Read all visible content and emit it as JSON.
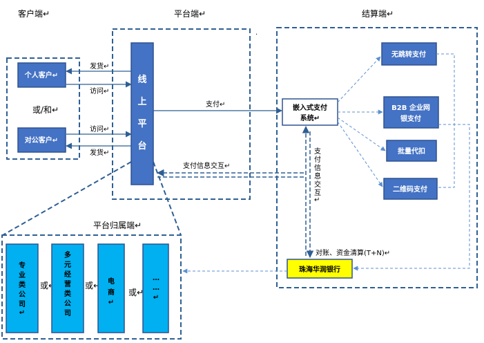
{
  "headers": {
    "client": "客户端↵",
    "platform": "平台端↵",
    "settlement": "结算端↵",
    "platform_owner": "平台归属端↵"
  },
  "client": {
    "personal": "个人客户↵",
    "corporate": "对公客户↵",
    "or_and": "或/和↵"
  },
  "platform": {
    "online_chars": [
      "线",
      "上",
      "平",
      "台"
    ]
  },
  "arrows": {
    "ship_top": "发货↵",
    "visit_top": "访问↵",
    "visit_bottom": "访问↵",
    "ship_bottom": "发货↵",
    "pay": "支付↵",
    "pay_info_exchange": "支付信息交互↵",
    "pay_info_exchange_vertical": [
      "支",
      "付",
      "信",
      "息",
      "交",
      "互",
      "↵"
    ],
    "reconcile": "对账、资金清算(T+N)↵"
  },
  "settlement": {
    "embedded_line1": "嵌入式支付",
    "embedded_line2": "系统↵",
    "no_redirect": "无跳转支付",
    "b2b_line1": "B2B 企业网",
    "b2b_line2": "银支付",
    "batch": "批量代扣",
    "qrcode": "二维码支付",
    "bank": "珠海华润银行"
  },
  "owners": {
    "or_labels": [
      "或↵",
      "或↵",
      "或↵"
    ],
    "items": [
      [
        "专",
        "业",
        "类",
        "公",
        "司",
        "↵"
      ],
      [
        "多",
        "元",
        "经",
        "营",
        "类",
        "公",
        "司"
      ],
      [
        "电",
        "商",
        "↵"
      ],
      [
        "…",
        "…",
        "↵"
      ]
    ]
  },
  "colors": {
    "box_fill": "#4472c4",
    "box_stroke": "#2f528f",
    "dash_border": "#2e5f93",
    "light_dash": "#5b8fd0",
    "owner_fill": "#00b0f0",
    "bank_fill": "#ffff00"
  }
}
